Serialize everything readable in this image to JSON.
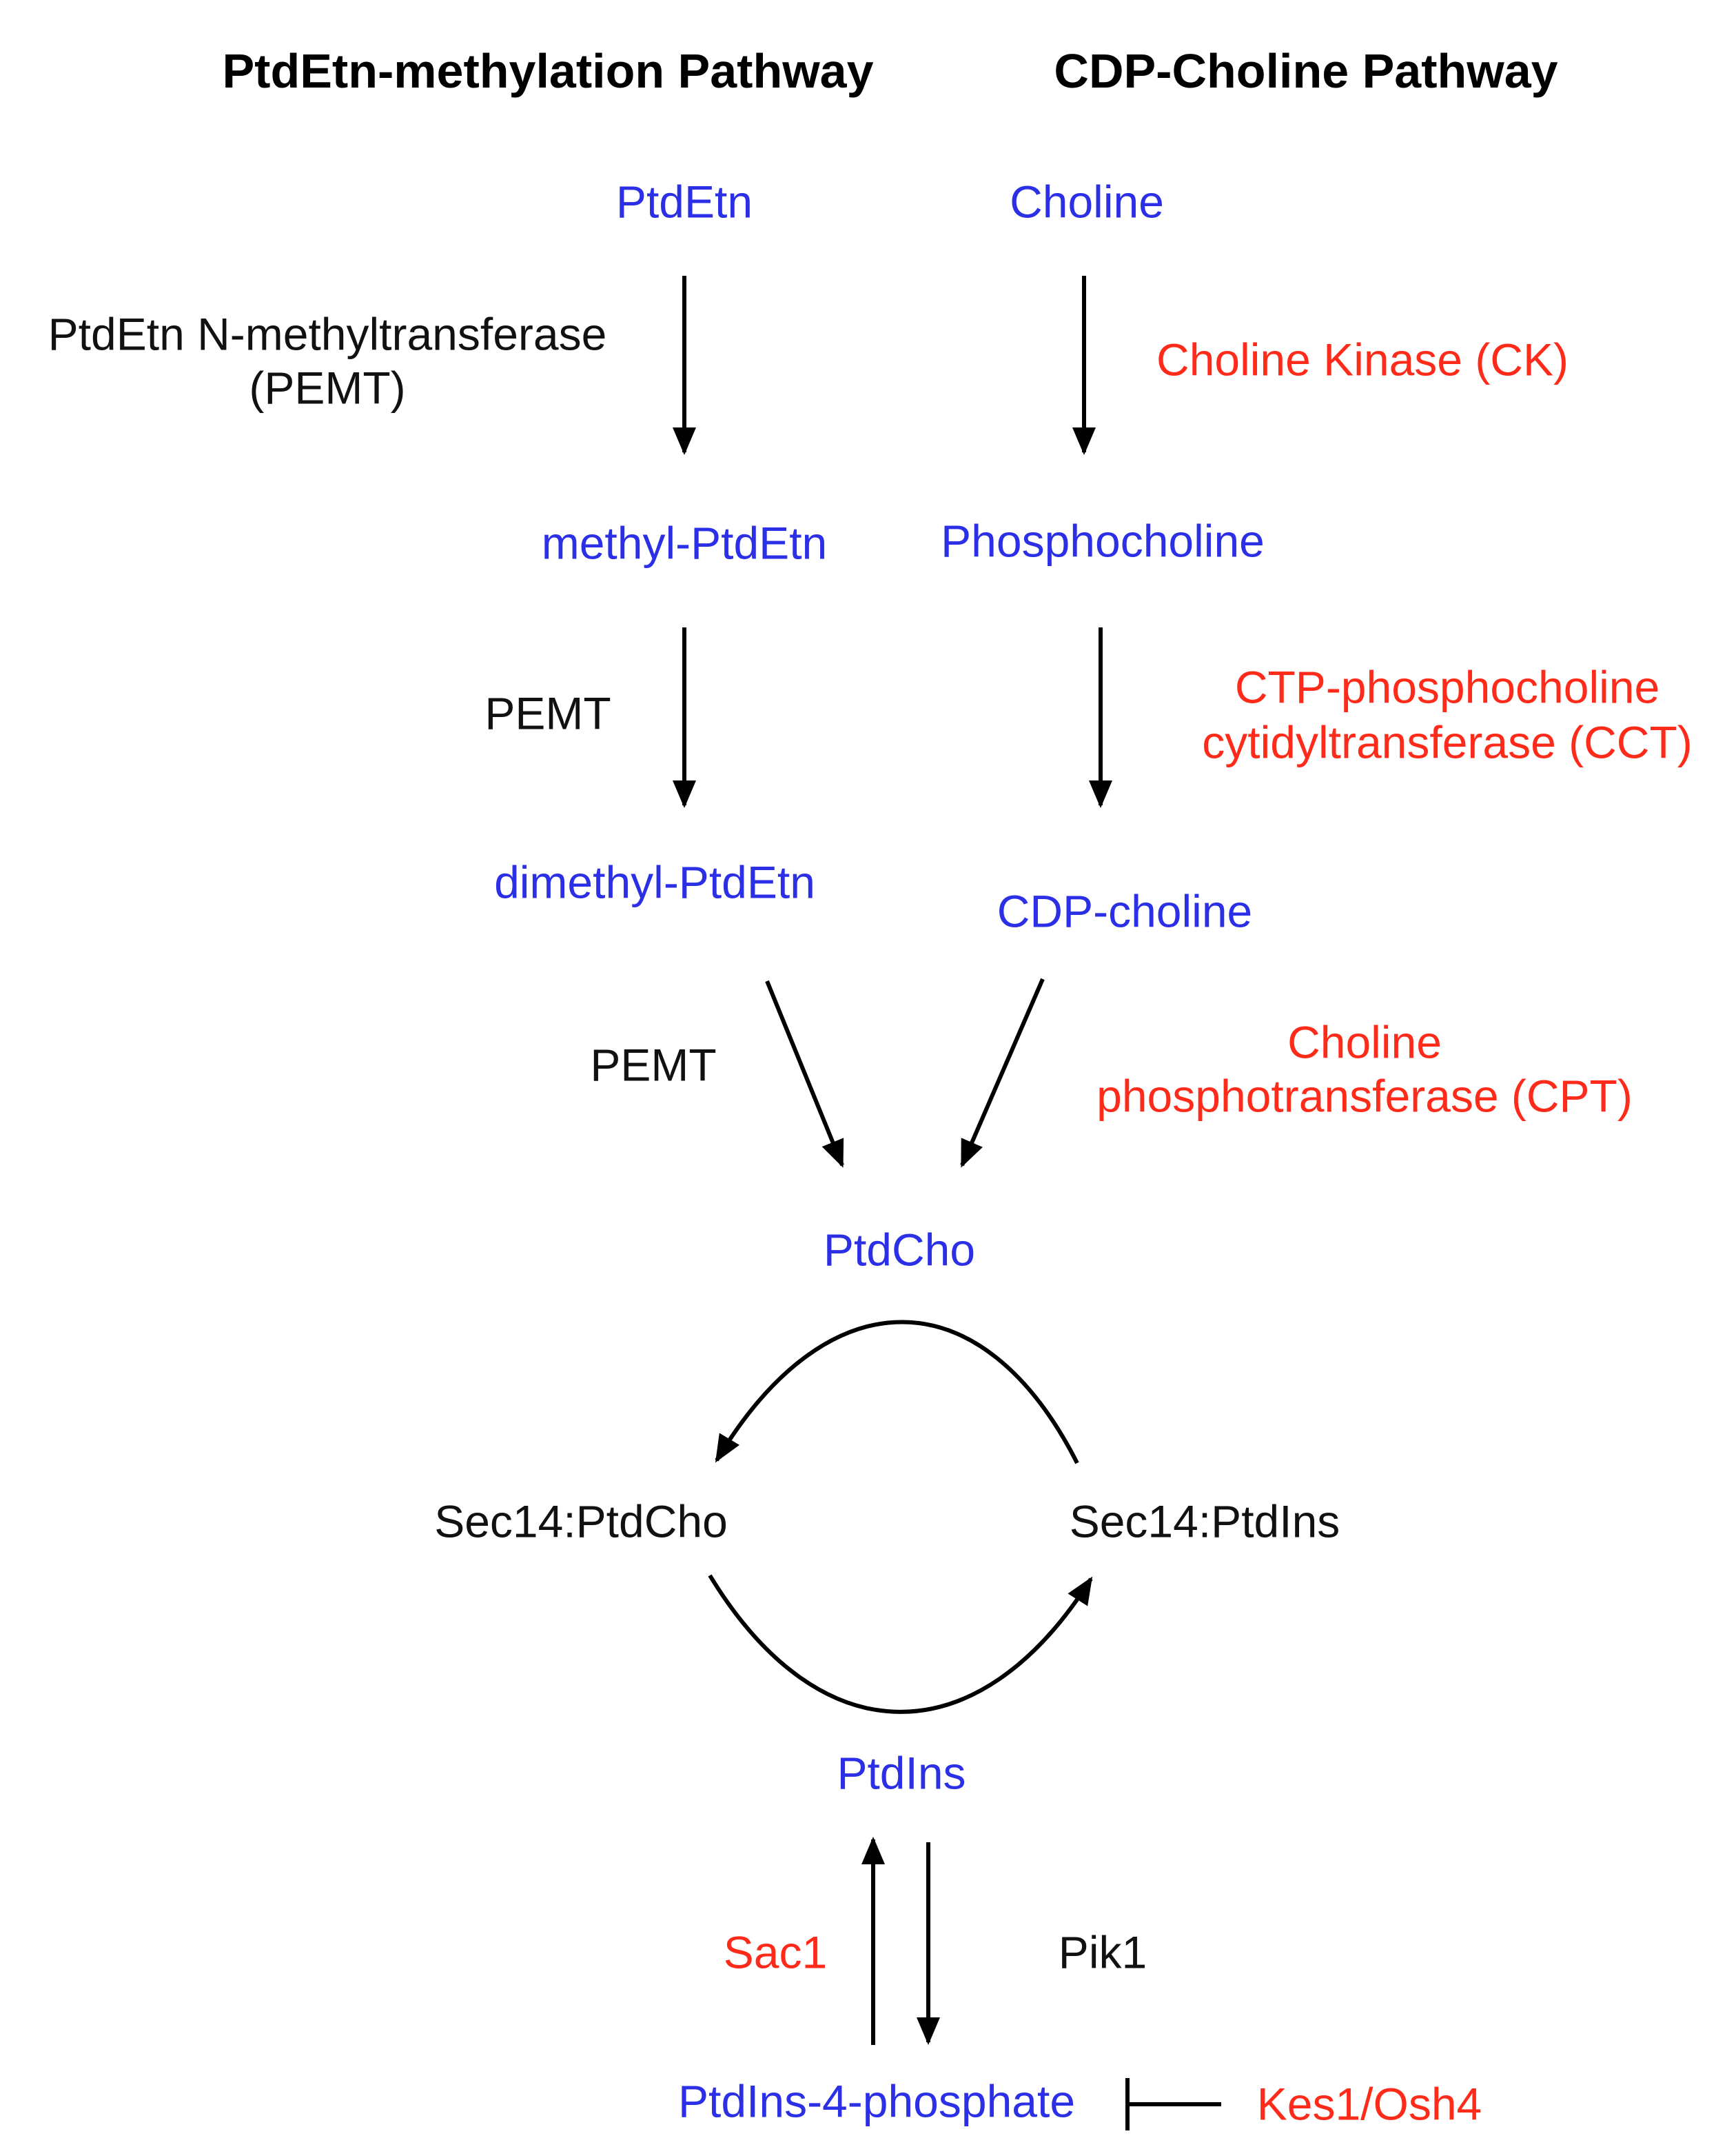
{
  "headers": {
    "left": "PtdEtn-methylation Pathway",
    "right": "CDP-Choline Pathway"
  },
  "metabolites": {
    "ptdetn": "PtdEtn",
    "choline": "Choline",
    "methyl_ptdetn": "methyl-PtdEtn",
    "phosphocholine": "Phosphocholine",
    "dimethyl_ptdetn": "dimethyl-PtdEtn",
    "cdp_choline": "CDP-choline",
    "ptdcho": "PtdCho",
    "ptdins": "PtdIns",
    "ptdins4p": "PtdIns-4-phosphate"
  },
  "enzymes": {
    "pemt_full_line1": "PtdEtn N-methyltransferase",
    "pemt_full_line2": "(PEMT)",
    "pemt_2": "PEMT",
    "pemt_3": "PEMT",
    "ck": "Choline Kinase (CK)",
    "cct_line1": "CTP-phosphocholine",
    "cct_line2": "cytidyltransferase (CCT)",
    "cpt_line1": "Choline",
    "cpt_line2": "phosphotransferase (CPT)",
    "sac1": "Sac1",
    "pik1": "Pik1",
    "kes1": "Kes1/Osh4"
  },
  "complexes": {
    "sec14_ptdcho": "Sec14:PtdCho",
    "sec14_ptdins": "Sec14:PtdIns"
  },
  "colors": {
    "metabolite": "#2b2fe6",
    "enzyme_red": "#ff2b1a",
    "enzyme_black": "#111111",
    "arrow": "#000000"
  }
}
